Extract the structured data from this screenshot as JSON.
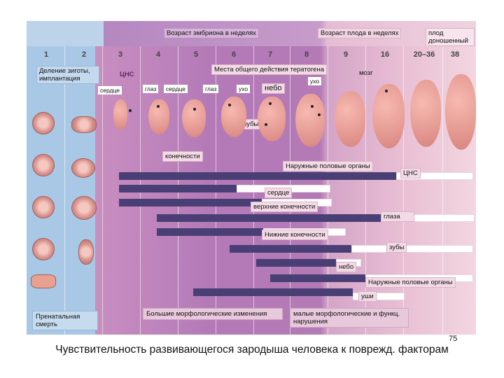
{
  "header": {
    "embryo_age": "Возраст эмбриона в неделях",
    "fetus_age": "Возраст плода в неделях",
    "fetus_term": "плод доношенный"
  },
  "weeks": [
    "1",
    "2",
    "3",
    "4",
    "5",
    "6",
    "7",
    "8",
    "9",
    "16",
    "20–36",
    "38"
  ],
  "labels": {
    "zygote_division": "Деление зиготы, имплантация",
    "cns_top": "ЦНС",
    "teratogen_sites": "Места общего действия тератогена",
    "heart_1": "сердце",
    "eye_1": "глаз",
    "heart_2": "сердце",
    "eye_2": "глаз",
    "ear_1": "ухо",
    "palate_1": "небо",
    "ear_2": "ухо",
    "brain": "мозг",
    "teeth_1": "зубы",
    "limbs": "конечности",
    "external_genitalia_1": "Наружные половые органы"
  },
  "bars": [
    {
      "label": "ЦНС",
      "name": "cns"
    },
    {
      "label": "сердце",
      "name": "heart"
    },
    {
      "label": "верхние конечности",
      "name": "upper-limbs"
    },
    {
      "label": "глаза",
      "name": "eyes"
    },
    {
      "label": "Нижние конечности",
      "name": "lower-limbs"
    },
    {
      "label": "зубы",
      "name": "teeth"
    },
    {
      "label": "небо",
      "name": "palate"
    },
    {
      "label": "Наружные половые органы",
      "name": "external-genitalia"
    },
    {
      "label": "уши",
      "name": "ears"
    }
  ],
  "bottom": {
    "prenatal_death": "Пренатальная смерть",
    "major_changes": "Большие морфологические изменения",
    "minor_changes": "малые морфологические и функц. нарушения"
  },
  "page_number": "75",
  "caption": "Чувствительность развивающегося зародыша человека к поврежд. факторам"
}
